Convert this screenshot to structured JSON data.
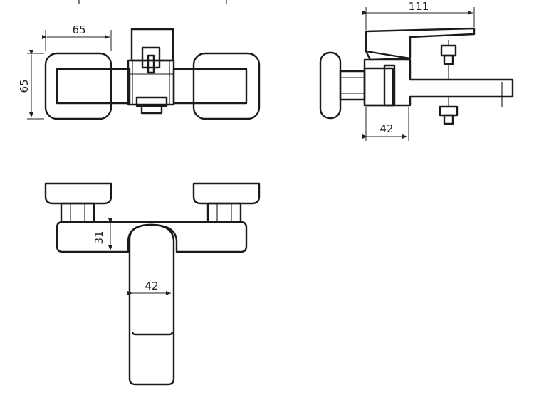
{
  "dimensions": {
    "top_view_width": "65",
    "top_view_height": "65",
    "side_view_length": "111",
    "side_view_depth": "42",
    "front_view_body_height": "31",
    "front_view_spout_width": "42"
  }
}
